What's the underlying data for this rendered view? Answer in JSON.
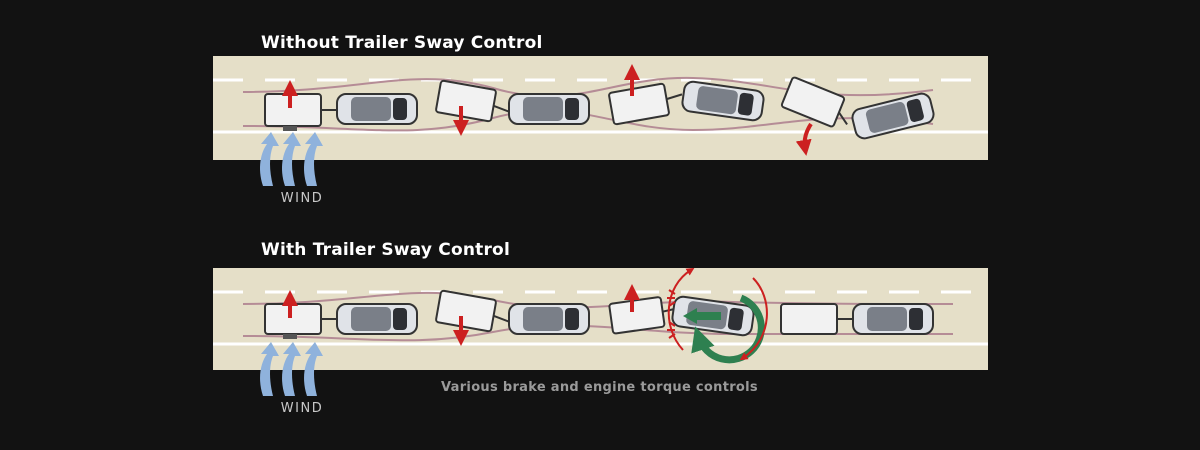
{
  "panels": [
    {
      "title": "Without Trailer Sway Control",
      "wind_label": "WIND"
    },
    {
      "title": "With Trailer Sway Control",
      "wind_label": "WIND",
      "caption": "Various brake and engine torque controls"
    }
  ],
  "colors": {
    "background": "#121212",
    "road": "#e5dfc8",
    "lane_marking": "#ffffff",
    "trajectory": "#b58c96",
    "sway_arrow": "#cc2020",
    "control_arrow": "#2e8050",
    "wind_arrow": "#8fb2dc"
  },
  "icons": [
    "wind-arrow-icon",
    "sway-arrow-icon",
    "rotation-control-icon",
    "brake-burst-icon"
  ]
}
